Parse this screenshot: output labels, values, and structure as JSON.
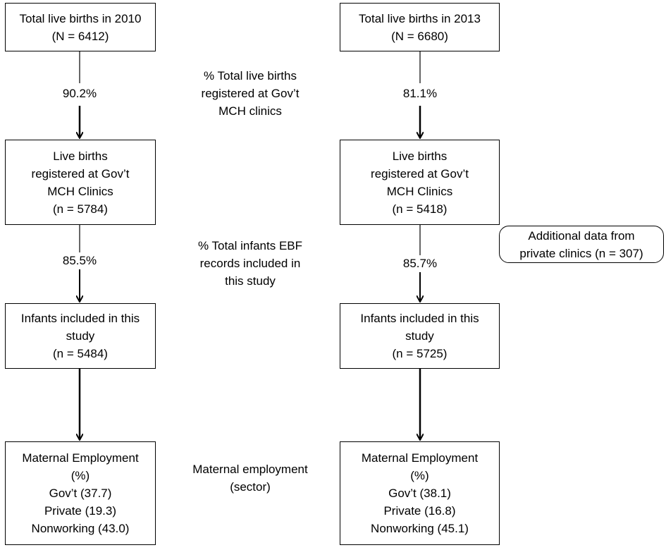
{
  "left_column": {
    "box1": [
      "Total live births in 2010",
      "(N = 6412)"
    ],
    "pct1": "90.2%",
    "box2": [
      "Live births",
      "registered at Gov’t",
      "MCH Clinics",
      "(n = 5784)"
    ],
    "pct2": "85.5%",
    "box3": [
      "Infants included in this",
      "study",
      "(n = 5484)"
    ],
    "box4": [
      "Maternal Employment",
      "(%)",
      "Gov’t (37.7)",
      "Private (19.3)",
      "Nonworking (43.0)"
    ]
  },
  "right_column": {
    "box1": [
      "Total live births in 2013",
      "(N = 6680)"
    ],
    "pct1": "81.1%",
    "box2": [
      "Live births",
      "registered at Gov’t",
      "MCH Clinics",
      "(n = 5418)"
    ],
    "pct2": "85.7%",
    "box3": [
      "Infants included in this",
      "study",
      "(n = 5725)"
    ],
    "box4": [
      "Maternal Employment",
      "(%)",
      "Gov’t (38.1)",
      "Private (16.8)",
      "Nonworking (45.1)"
    ]
  },
  "middle_labels": {
    "label1": [
      "% Total live births",
      "registered at Gov’t",
      "MCH clinics"
    ],
    "label2": [
      "% Total infants EBF",
      "records included in",
      "this study"
    ],
    "label3": [
      "Maternal employment",
      "(sector)"
    ]
  },
  "side_box": [
    "Additional data from",
    "private clinics (n = 307)"
  ]
}
